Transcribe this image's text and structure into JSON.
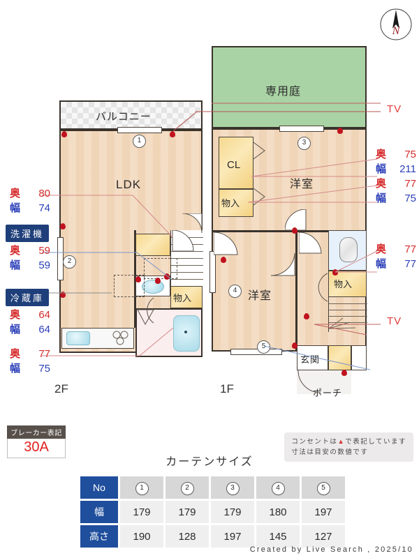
{
  "compass": {
    "label": "N"
  },
  "floors": {
    "second": {
      "name": "2F",
      "rooms": {
        "balcony": "バルコニー",
        "ldk": "LDK",
        "storage_upper": "物入",
        "storage_lower": "物入"
      }
    },
    "first": {
      "name": "1F",
      "rooms": {
        "garden": "専用庭",
        "closet": "CL",
        "storage_north": "物入",
        "room_north": "洋室",
        "room_south": "洋室",
        "storage_east": "物入",
        "entrance": "玄関",
        "porch": "ポーチ"
      }
    }
  },
  "markers": {
    "numbers": [
      "1",
      "2",
      "3",
      "4",
      "5"
    ],
    "tv_label": "TV"
  },
  "dimensions": {
    "left": [
      {
        "depth_label": "奥",
        "depth": "80",
        "width_label": "幅",
        "width": "74"
      },
      {
        "appliance": "洗濯機",
        "depth_label": "奥",
        "depth": "59",
        "width_label": "幅",
        "width": "59"
      },
      {
        "appliance": "冷蔵庫",
        "depth_label": "奥",
        "depth": "64",
        "width_label": "幅",
        "width": "64"
      },
      {
        "depth_label": "奥",
        "depth": "77",
        "width_label": "幅",
        "width": "75"
      }
    ],
    "right": [
      {
        "depth_label": "奥",
        "depth": "75",
        "width_label": "幅",
        "width": "211"
      },
      {
        "depth_label": "奥",
        "depth": "77",
        "width_label": "幅",
        "width": "75"
      },
      {
        "depth_label": "奥",
        "depth": "77",
        "width_label": "幅",
        "width": "77"
      }
    ]
  },
  "breaker": {
    "title": "ブレーカー表記",
    "value": "30A"
  },
  "note": {
    "line1_pre": "コンセントは",
    "line1_sym": "▲",
    "line1_post": "で表記しています",
    "line2": "寸法は目安の数値です"
  },
  "curtain_table": {
    "title": "カーテンサイズ",
    "row_headers": [
      "No",
      "幅",
      "高さ"
    ],
    "numbers": [
      "1",
      "2",
      "3",
      "4",
      "5"
    ],
    "width": [
      "179",
      "179",
      "179",
      "180",
      "197"
    ],
    "height": [
      "190",
      "128",
      "197",
      "145",
      "127"
    ]
  },
  "credit": "Created by Live Search , 2025/10"
}
